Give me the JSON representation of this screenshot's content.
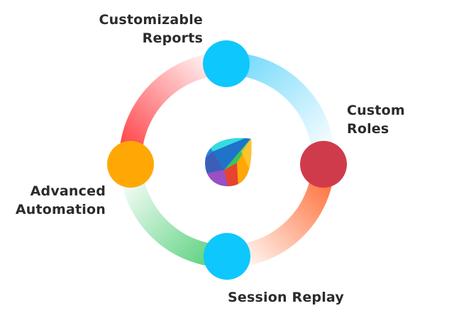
{
  "nodes": [
    {
      "id": "reports",
      "color": "#0ec7fd",
      "label_lines": [
        "Customizable",
        "Reports"
      ]
    },
    {
      "id": "roles",
      "color": "#d03b4c",
      "label_lines": [
        "Custom",
        "Roles"
      ]
    },
    {
      "id": "replay",
      "color": "#0ec7fd",
      "label_lines": [
        "Session Replay"
      ]
    },
    {
      "id": "automation",
      "color": "#ffa805",
      "label_lines": [
        "Advanced",
        "Automation"
      ]
    }
  ],
  "ring_segments": [
    {
      "from": "reports",
      "to": "roles",
      "color": "#6fd8fb"
    },
    {
      "from": "roles",
      "to": "replay",
      "color": "#ff6b33"
    },
    {
      "from": "replay",
      "to": "automation",
      "color": "#55d07a"
    },
    {
      "from": "automation",
      "to": "reports",
      "color": "#ff3b40"
    }
  ],
  "center_logo": {
    "icon": "leaf-logo-icon"
  }
}
